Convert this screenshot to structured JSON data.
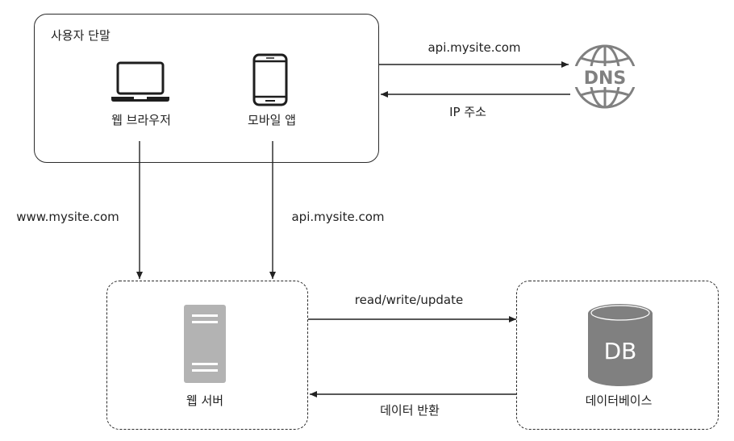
{
  "user_terminal": {
    "title": "사용자 단말",
    "web_browser_label": "웹 브라우저",
    "mobile_app_label": "모바일 앱"
  },
  "dns": {
    "icon_text": "DNS",
    "request_label": "api.mysite.com",
    "response_label": "IP 주소"
  },
  "flows": {
    "browser_to_server": "www.mysite.com",
    "mobile_to_server": "api.mysite.com",
    "server_to_db": "read/write/update",
    "db_to_server": "데이터 반환"
  },
  "web_server": {
    "label": "웹 서버"
  },
  "database": {
    "icon_text": "DB",
    "label": "데이터베이스"
  }
}
